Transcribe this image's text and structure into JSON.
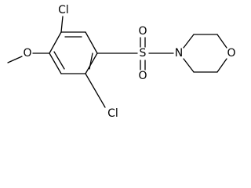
{
  "molecule": {
    "atoms": {
      "cl_top": "Cl",
      "cl_bottom": "Cl",
      "o_methoxy": "O",
      "s": "S",
      "o_sulfonyl_top": "O",
      "o_sulfonyl_bottom": "O",
      "n": "N",
      "o_ring": "O"
    }
  }
}
